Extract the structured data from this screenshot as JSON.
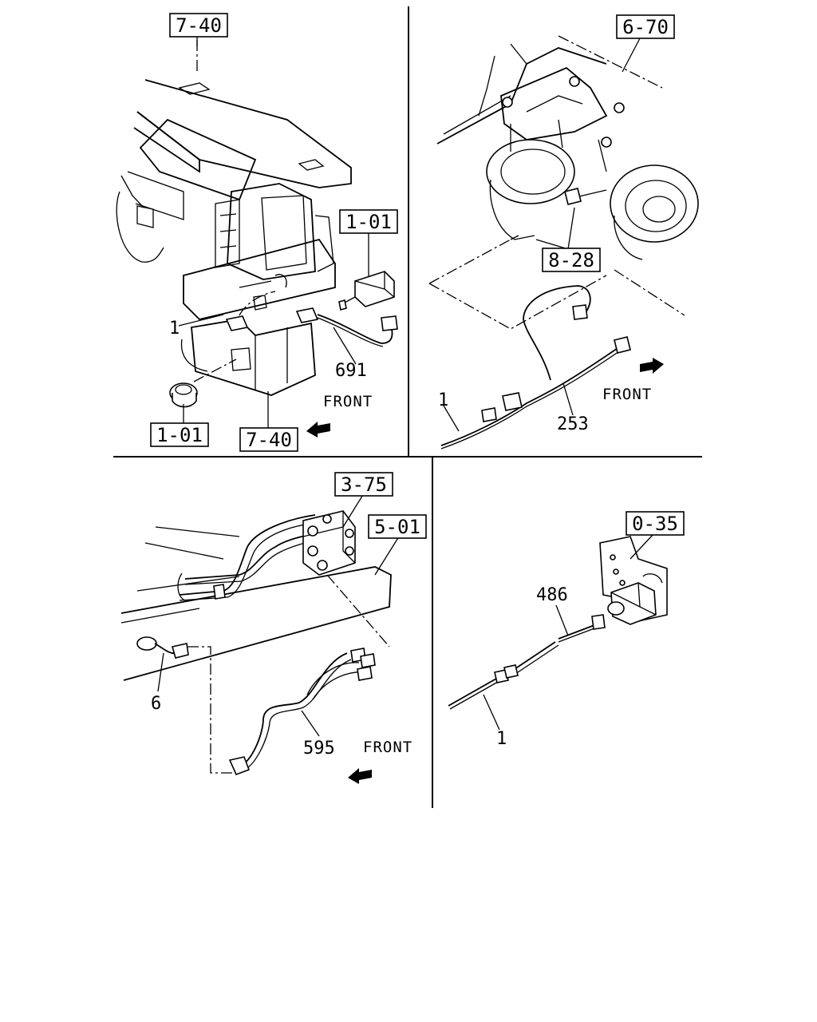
{
  "panels": {
    "top_left": {
      "refs": [
        "7-40",
        "1-01",
        "1-01",
        "7-40"
      ],
      "parts": [
        "1",
        "691"
      ],
      "front": "FRONT"
    },
    "top_right": {
      "refs": [
        "6-70",
        "8-28"
      ],
      "parts": [
        "1",
        "253"
      ],
      "front": "FRONT"
    },
    "bottom_left": {
      "refs": [
        "3-75",
        "5-01"
      ],
      "parts": [
        "6",
        "595"
      ],
      "front": "FRONT"
    },
    "bottom_right": {
      "refs": [
        "0-35"
      ],
      "parts": [
        "486",
        "1"
      ]
    }
  }
}
